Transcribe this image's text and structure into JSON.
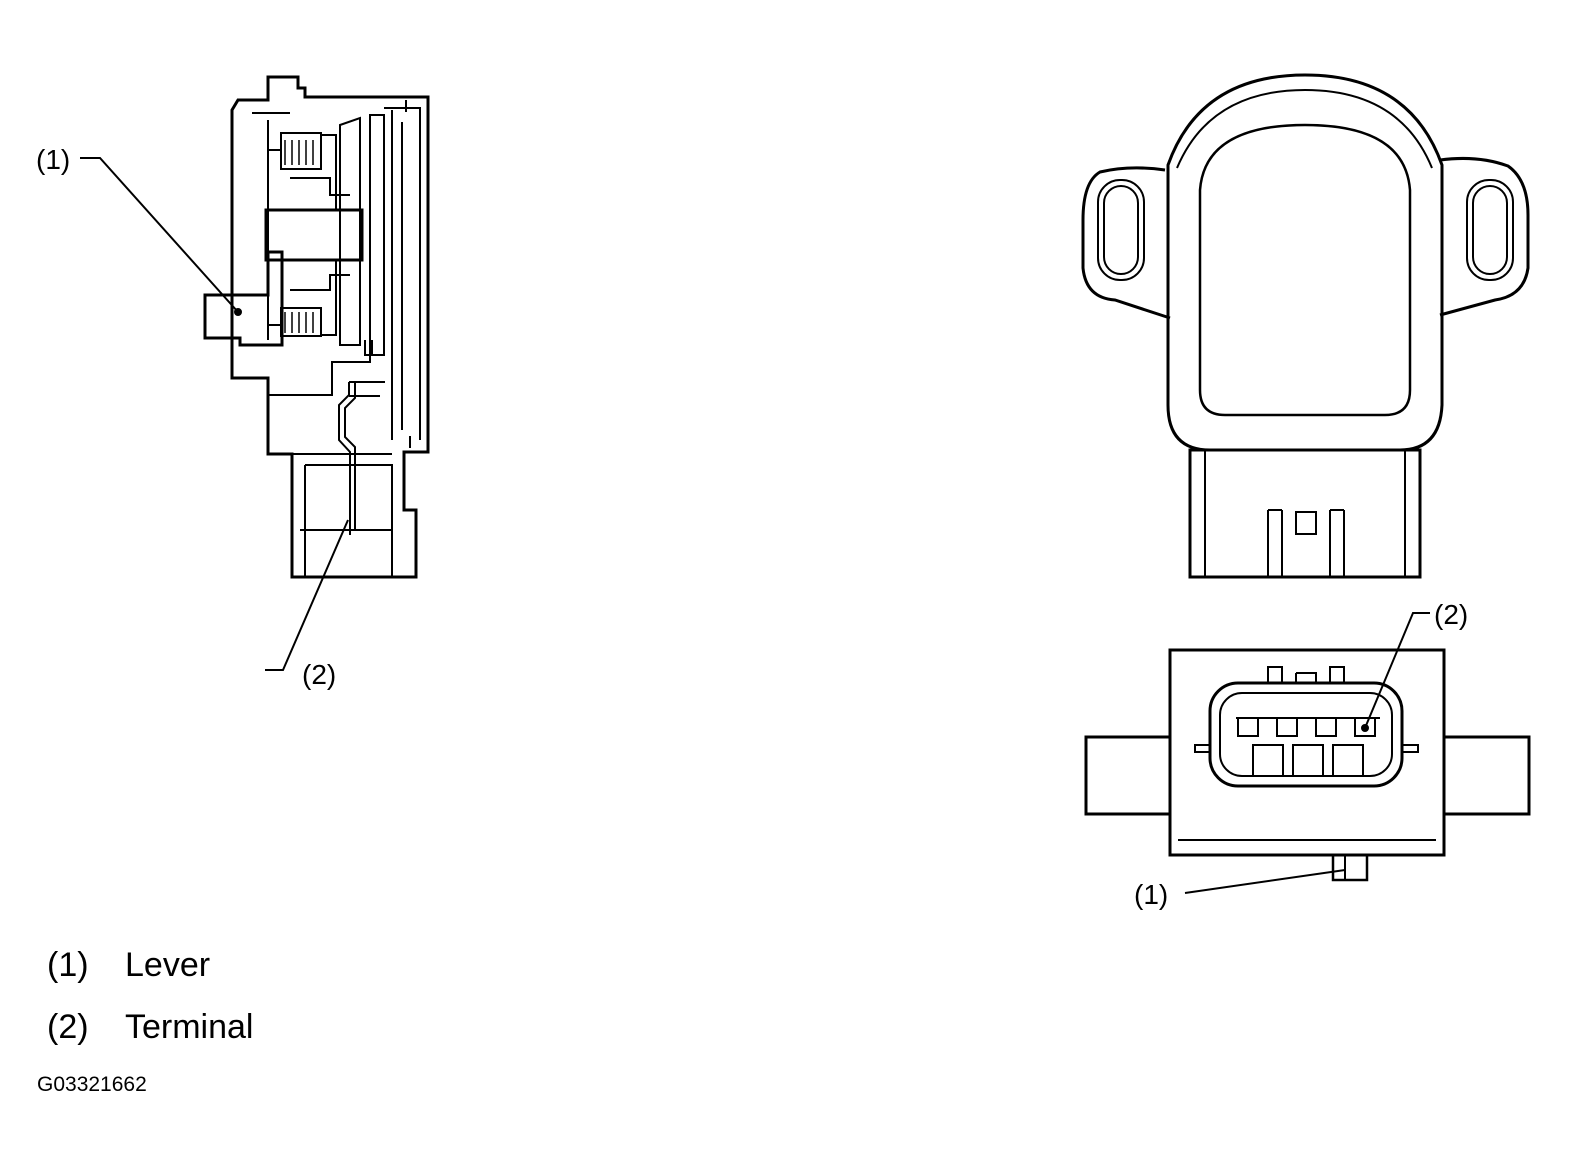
{
  "callouts": {
    "lever": "(1)",
    "terminal": "(2)"
  },
  "legend": [
    {
      "num": "(1)",
      "label": "Lever"
    },
    {
      "num": "(2)",
      "label": "Terminal"
    }
  ],
  "figure_id": "G03321662"
}
